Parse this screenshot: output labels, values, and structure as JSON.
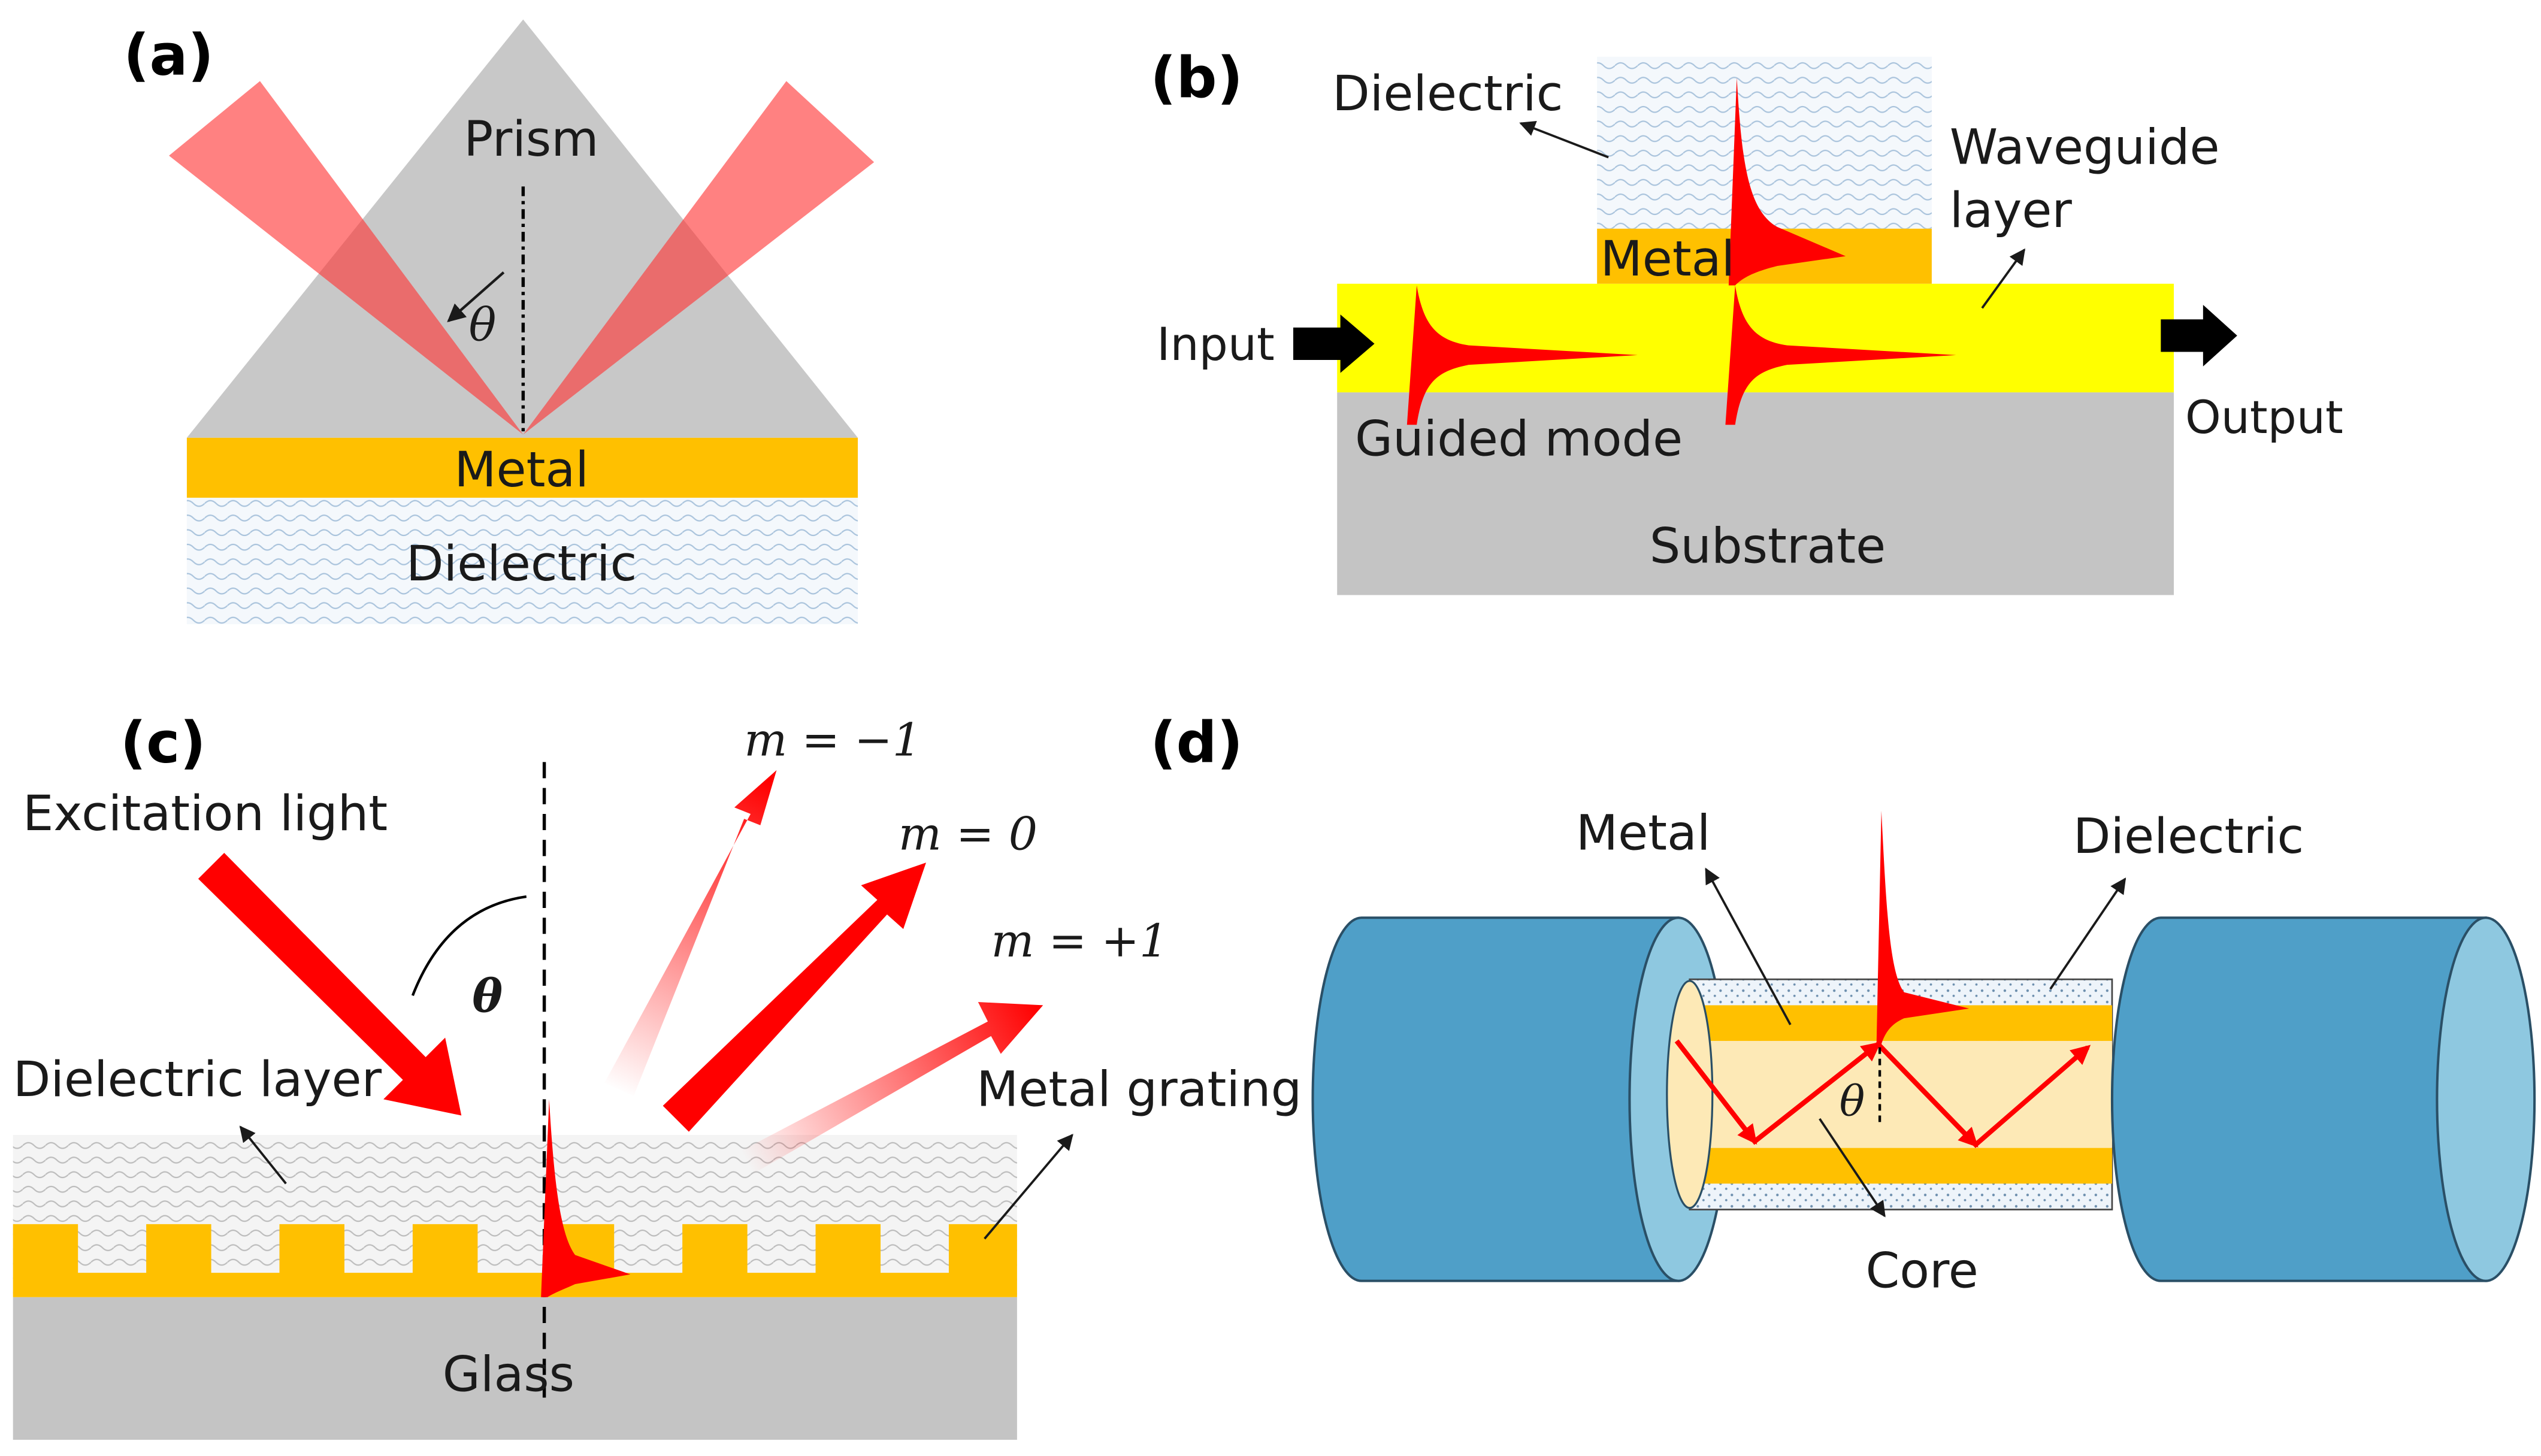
{
  "panels": {
    "a": {
      "tag": "(a)",
      "prism": "Prism",
      "theta": "θ",
      "metal": "Metal",
      "dielectric": "Dielectric"
    },
    "b": {
      "tag": "(b)",
      "dielectric": "Dielectric",
      "waveguide_line1": "Waveguide",
      "waveguide_line2": "layer",
      "metal": "Metal",
      "input": "Input",
      "output": "Output",
      "guided_mode": "Guided mode",
      "substrate": "Substrate"
    },
    "c": {
      "tag": "(c)",
      "excitation": "Excitation light",
      "theta": "θ",
      "dielectric_layer": "Dielectric layer",
      "metal_grating": "Metal grating",
      "glass": "Glass",
      "order_minus1": "m = −1",
      "order_0": "m = 0",
      "order_plus1": "m = +1"
    },
    "d": {
      "tag": "(d)",
      "metal": "Metal",
      "dielectric": "Dielectric",
      "theta": "θ",
      "core": "Core"
    }
  },
  "colors": {
    "prism_gray": "#c8c8c8",
    "metal_gold": "#ffc000",
    "waveguide_yellow": "#ffff00",
    "laser_red": "#ff0000",
    "beam_red": "#ff5a5a",
    "fiber_blue": "#4f9fc8",
    "fiber_end": "#8ec8e0",
    "core_cream": "#fde9b6",
    "substrate_gray": "#c4c4c4",
    "dielectric_blue": "#dde9f3"
  }
}
